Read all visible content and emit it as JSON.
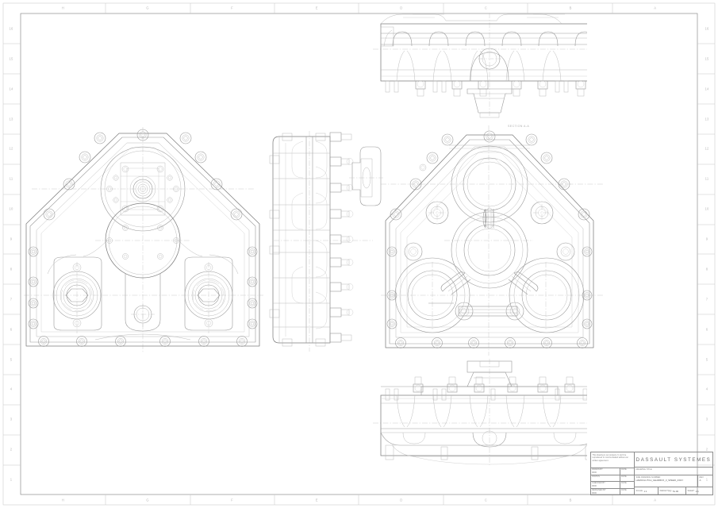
{
  "sheet": {
    "format": "A3 landscape engineering drawing frame",
    "background": "#ffffff",
    "line_color": "#8d8d8d",
    "thin_line_color": "#c8c8c8",
    "center_line_color": "#bdbdbd"
  },
  "border": {
    "top_zone_letters": [
      "H",
      "G",
      "F",
      "E",
      "D",
      "C",
      "B",
      "A"
    ],
    "bottom_zone_letters": [
      "H",
      "G",
      "F",
      "E",
      "D",
      "C",
      "B",
      "A"
    ],
    "left_zone_numbers": [
      "16",
      "15",
      "14",
      "13",
      "12",
      "11",
      "10",
      "9",
      "8",
      "7",
      "6",
      "5",
      "4",
      "3",
      "2",
      "1"
    ],
    "right_zone_numbers": [
      "16",
      "15",
      "14",
      "13",
      "12",
      "11",
      "10",
      "9",
      "8",
      "7",
      "6",
      "5",
      "4",
      "3",
      "2",
      "1"
    ]
  },
  "title_block": {
    "disclaimer": "This drawing is our property. It can't be reproduced or communicated without our written agreement.",
    "company": "DASSAULT SYSTEMES",
    "drawing_title_label": "DRAWING TITLE",
    "drawing_title_value": "",
    "people": [
      {
        "role": "DRAWN BY",
        "name": "XXX",
        "date_label": "DATE",
        "date": ""
      },
      {
        "role": "CHECKED BY",
        "name": "XXX",
        "date_label": "DATE",
        "date": ""
      },
      {
        "role": "DESIGNED BY",
        "name": "XXX",
        "date_label": "DATE",
        "date": ""
      }
    ],
    "status_label": "STATUS",
    "status_value": "",
    "drawing_number_label": "SIZE  DRAWING NUMBER",
    "drawing_number_value": "HARDCLUTCH_GEARBOX_3_SPEED_ASSY",
    "rev_label": "REV",
    "rev_value": "A",
    "scale_label": "SCALE",
    "scale_value": "1:1",
    "weight_label": "WEIGHT(kg)",
    "weight_value": "51.00",
    "sheet_label": "SHEET",
    "sheet_value": "1:1"
  },
  "views": [
    {
      "id": "front-view",
      "name": "Front view - gearbox housing cover",
      "description": "Pentagonal housing outline with perimeter bolt bosses, central circular bore with 8-bolt pattern, upper circular input flange, two lower splined output hubs"
    },
    {
      "id": "side-view",
      "name": "Left side view - section through split line",
      "description": "Narrow profile showing flange split line with hex bolts and side mounting boss"
    },
    {
      "id": "rear-view",
      "name": "Rear view - internal bores and oil galleries",
      "description": "Three large bearing bores connected by oil gallery passages, plus dowel and plug bosses"
    },
    {
      "id": "top-view",
      "name": "Top view",
      "description": "Top face showing bolt bosses, rib webs and central mounting flange"
    },
    {
      "id": "bottom-view",
      "name": "Bottom view",
      "description": "Bottom face showing sump profile, bolt bosses and mounting flange"
    }
  ],
  "annotations": {
    "section_label": "SECTION A-A"
  }
}
